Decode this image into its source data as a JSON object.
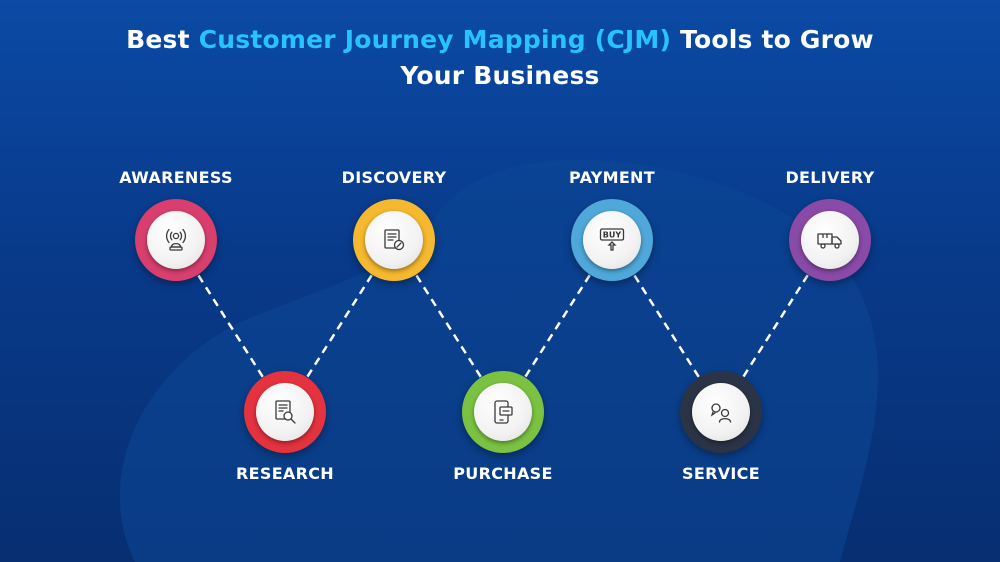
{
  "title": {
    "prefix": "Best",
    "highlight": "Customer Journey Mapping (CJM)",
    "suffix": "Tools to Grow",
    "line2": "Your Business"
  },
  "colors": {
    "background": "#0a3f95",
    "highlight": "#27c3ff",
    "connector": "#ffffff",
    "awareness": "#d93f6e",
    "discovery": "#f5b82e",
    "payment": "#4fa8d9",
    "delivery": "#8a4aa8",
    "research": "#e5323f",
    "purchase": "#7cc242",
    "service": "#2b3447"
  },
  "stages": [
    {
      "label": "AWARENESS",
      "icon": "broadcast-person-icon",
      "color": "#d93f6e"
    },
    {
      "label": "RESEARCH",
      "icon": "document-search-icon",
      "color": "#e5323f"
    },
    {
      "label": "DISCOVERY",
      "icon": "document-tag-icon",
      "color": "#f5b82e"
    },
    {
      "label": "PURCHASE",
      "icon": "mobile-shopping-icon",
      "color": "#7cc242"
    },
    {
      "label": "PAYMENT",
      "icon": "buy-button-icon",
      "color": "#4fa8d9",
      "icon_text": "BUY"
    },
    {
      "label": "SERVICE",
      "icon": "customer-support-icon",
      "color": "#2b3447"
    },
    {
      "label": "DELIVERY",
      "icon": "delivery-truck-icon",
      "color": "#8a4aa8"
    }
  ]
}
